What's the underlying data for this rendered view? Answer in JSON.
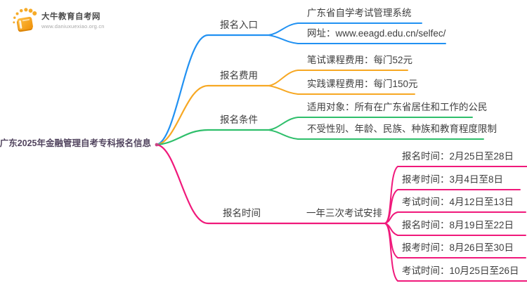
{
  "logo": {
    "icon": "book-rays-icon",
    "site_name": "大牛教育自考网",
    "site_url": "www.daniuxuexiao.org.cn"
  },
  "mindmap": {
    "title": "广东2025年金融管理自考专科报名信息",
    "colors": {
      "entry_blue": "#2191F2",
      "fee_orange": "#F7A823",
      "condition_green": "#2FBF6B",
      "time_pink": "#F0197B"
    },
    "branches": [
      {
        "label": "报名入口",
        "children": [
          "广东省自学考试管理系统",
          "网址：www.eeagd.edu.cn/selfec/"
        ]
      },
      {
        "label": "报名费用",
        "children": [
          "笔试课程费用：每门52元",
          "实践课程费用：每门150元"
        ]
      },
      {
        "label": "报名条件",
        "children": [
          "适用对象：所有在广东省居住和工作的公民",
          "不受性别、年龄、民族、种族和教育程度限制"
        ]
      },
      {
        "label": "报名时间",
        "subnode": "一年三次考试安排",
        "children": [
          "报名时间：2月25日至28日",
          "报考时间：3月4日至8日",
          "考试时间：4月12日至13日",
          "报名时间：8月19日至22日",
          "报考时间：8月26日至30日",
          "考试时间：10月25日至26日"
        ]
      }
    ]
  }
}
